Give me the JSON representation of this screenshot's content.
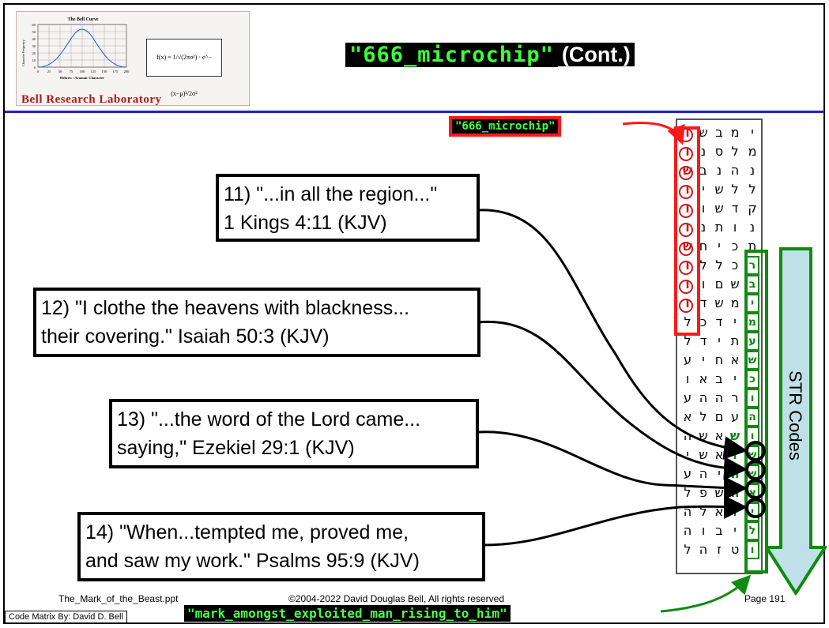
{
  "logo": {
    "chart_title": "The Bell Curve",
    "y_label": "Character Frequency",
    "x_label": "Hebrew / Aramaic Character",
    "y_ticks": [
      "60",
      "50",
      "40",
      "30",
      "20",
      "10",
      "0"
    ],
    "x_ticks": [
      "0",
      "25",
      "50",
      "75",
      "100",
      "125",
      "150",
      "175",
      "200"
    ],
    "formula": "f(x) = 1/√(2πσ²) · e^−(x−μ)²/2σ²",
    "lab_name": "Bell Research Laboratory"
  },
  "title": {
    "code": "\"666_microchip\"",
    "rest": "(Cont.)"
  },
  "tags": {
    "top": "\"666_microchip\"",
    "bottom": "\"mark_amongst_exploited_man_rising_to_him\""
  },
  "quotes": [
    {
      "line1": "11) \"...in all the region...\"",
      "line2": "1 Kings 4:11 (KJV)"
    },
    {
      "line1": "12) \"I clothe the heavens with blackness...",
      "line2": "their covering.\" Isaiah 50:3 (KJV)"
    },
    {
      "line1": "13) \"...the word of the Lord came...",
      "line2": "saying,\" Ezekiel 29:1 (KJV)"
    },
    {
      "line1": "14) \"When...tempted me, proved me,",
      "line2": "and saw my work.\" Psalms 95:9 (KJV)"
    }
  ],
  "matrix_rows": [
    [
      "ו",
      "ש",
      "ב",
      "מ",
      "י"
    ],
    [
      "ו",
      "נ",
      "ס",
      "ל",
      "מ"
    ],
    [
      "ש",
      "ב",
      "נ",
      "ה",
      "נ"
    ],
    [
      "ו",
      "י",
      "ש",
      "ל",
      "ל"
    ],
    [
      "ו",
      "ו",
      "ש",
      "ד",
      "ק"
    ],
    [
      "ו",
      "נ",
      "ת",
      "ו",
      "נ"
    ],
    [
      "ש",
      "ח",
      "י",
      "כ",
      "ת"
    ],
    [
      "ו",
      "ל",
      "ל",
      "כ",
      "ר"
    ],
    [
      "ו",
      "ו",
      "ם",
      "ש",
      "ב"
    ],
    [
      "ו",
      "ד",
      "ש",
      "מ",
      "י"
    ],
    [
      "ל",
      "כ",
      "ד",
      "י",
      "מ"
    ],
    [
      "ל",
      "ד",
      "י",
      "ת",
      "ע"
    ],
    [
      "ע",
      "י",
      "ח",
      "א",
      "ש"
    ],
    [
      "ו",
      "א",
      "ב",
      "י",
      "כ"
    ],
    [
      "ע",
      "ה",
      "ה",
      "ר",
      "ו"
    ],
    [
      "א",
      "ל",
      "ם",
      "ע",
      "ה"
    ],
    [
      "ה",
      "ש",
      "א",
      "ש",
      "ו"
    ],
    [
      "י",
      "ש",
      "א",
      "ו",
      "ש"
    ],
    [
      "ע",
      "ה",
      "י",
      "ה",
      "ש"
    ],
    [
      "ל",
      "פ",
      "ש",
      "ה",
      "א"
    ],
    [
      "ה",
      "ל",
      "א",
      "ו",
      "י"
    ],
    [
      "ה",
      "ו",
      "ב",
      "י",
      "ל"
    ],
    [
      "ל",
      "ה",
      "ז",
      "ט",
      "ו"
    ]
  ],
  "str_label": "STR Codes",
  "footer": {
    "file": "The_Mark_of_the_Beast.ppt",
    "copyright": "©2004-2022 David Douglas Bell, All rights reserved",
    "page": "Page 191"
  },
  "credit": "Code Matrix By: David D. Bell",
  "colors": {
    "accent_green": "#48ff48",
    "red": "#ff1818",
    "blue_rule": "#1a25c8",
    "arrow_fill": "#bfe0e6"
  }
}
